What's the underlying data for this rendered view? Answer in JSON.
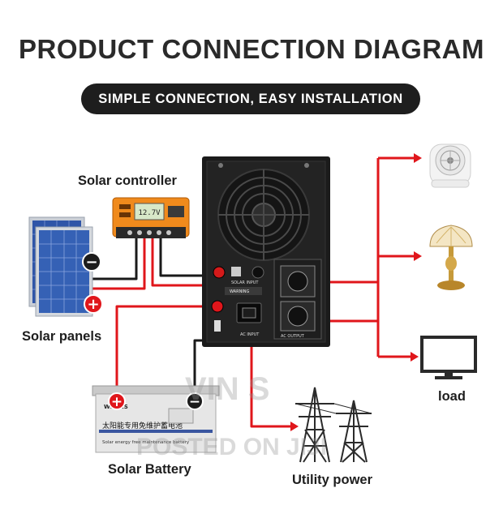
{
  "header": {
    "title": "PRODUCT CONNECTION DIAGRAM",
    "subtitle": "SIMPLE CONNECTION, EASY INSTALLATION"
  },
  "labels": {
    "solar_controller": "Solar controller",
    "solar_panels": "Solar panels",
    "solar_battery": "Solar  Battery",
    "utility_power": "Utility power",
    "load": "load"
  },
  "inverter": {
    "ac_input": "AC INPUT",
    "ac_output": "AC OUTPUT",
    "solar_input": "SOLAR INPUT",
    "warning": "WARNING"
  },
  "controller": {
    "display": "12.7V"
  },
  "battery": {
    "brand": "WILCES",
    "text_line1": "太阳能专用免维护蓄电池",
    "text_line2": "Solar energy free maintenance battery"
  },
  "terminals": {
    "negative": "−",
    "positive": "+"
  },
  "watermark": {
    "line1": "VIN S",
    "line2": "POSTED ON JIJI"
  },
  "colors": {
    "wire_red": "#e0161b",
    "wire_black": "#1a1a1a",
    "inverter_body": "#1b1b1b",
    "controller_orange": "#f08a1c",
    "panel_blue": "#2f55a8"
  }
}
